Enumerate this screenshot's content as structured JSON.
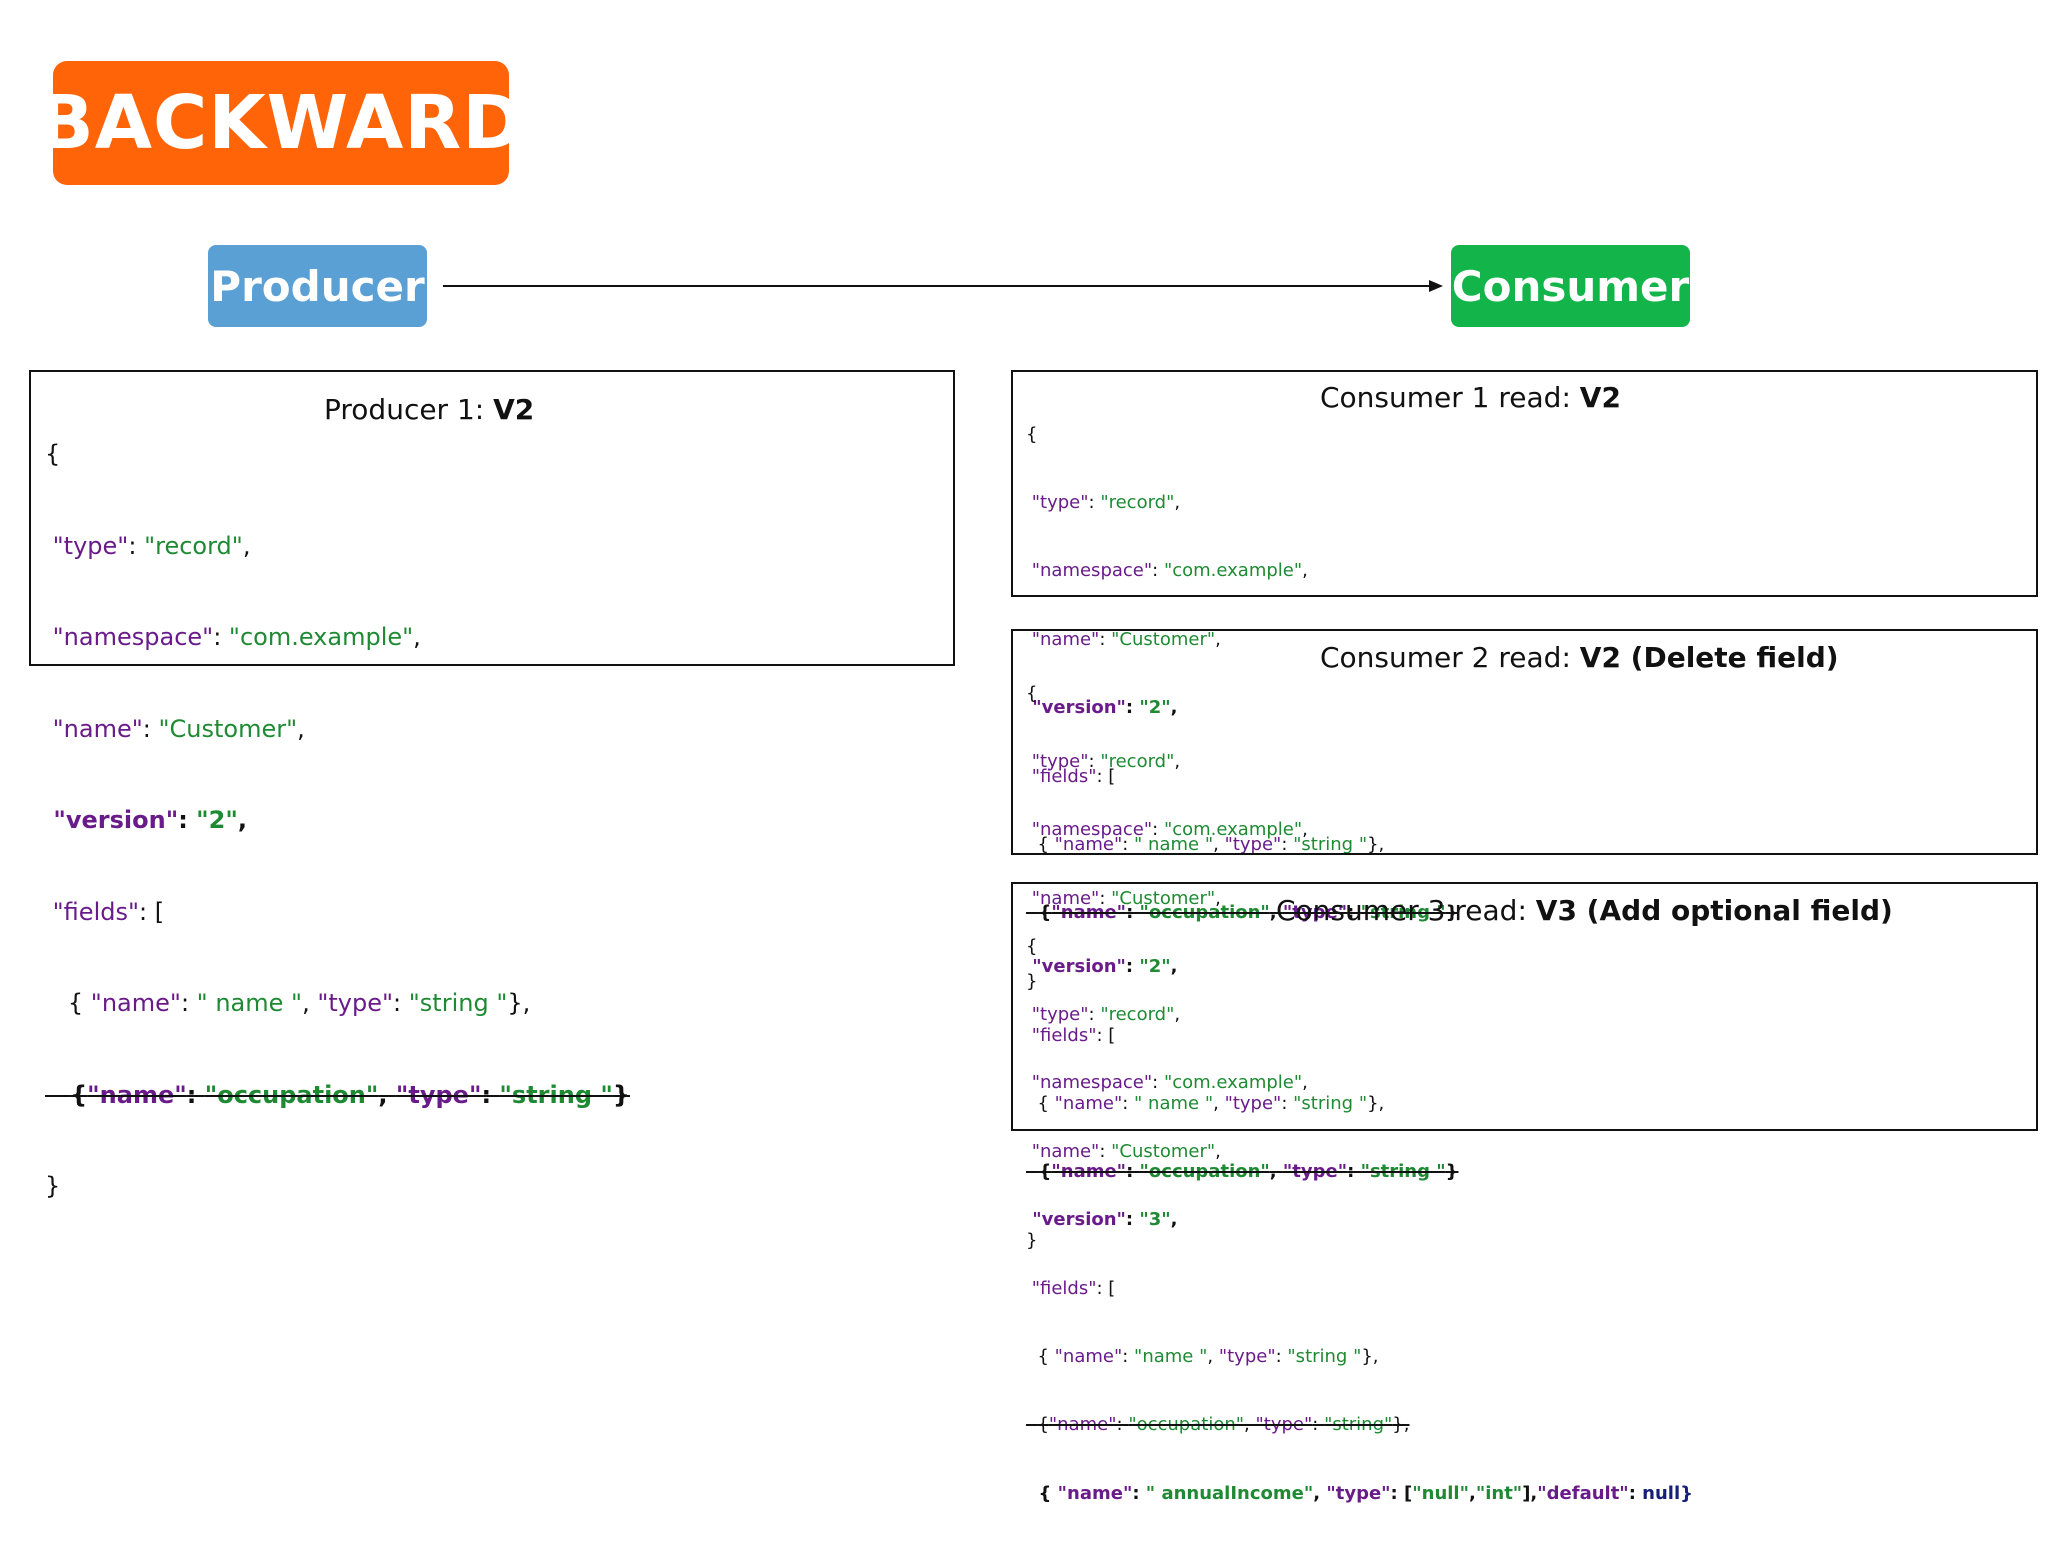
{
  "title": "BACKWARD",
  "producer_label": "Producer",
  "consumer_label": "Consumer",
  "producer": {
    "caption_text": "Producer 1: ",
    "caption_version": "V2",
    "open_brace": "{",
    "close_brace": "}",
    "type_key": "\"type\"",
    "type_value": "\"record\"",
    "namespace_key": "\"namespace\"",
    "namespace_value": "\"com.example\"",
    "name_key": "\"name\"",
    "name_value": "\"Customer\"",
    "version_key": "\"version\"",
    "version_value": "\"2\"",
    "fields_key": "\"fields\"",
    "fields_open": ": [",
    "field1_name_key": "\"name\"",
    "field1_name_value": "\" name \"",
    "field1_type_key": "\"type\"",
    "field1_type_value": "\"string \"",
    "field2_name_key": "\"name\"",
    "field2_name_value": "\"occupation\"",
    "field2_type_key": "\"type\"",
    "field2_type_value": "\"string \""
  },
  "consumer1": {
    "caption_text": "Consumer 1 read: ",
    "caption_version": "V2",
    "open_brace": "{",
    "close_brace": "}",
    "type_key": "\"type\"",
    "type_value": "\"record\"",
    "namespace_key": "\"namespace\"",
    "namespace_value": "\"com.example\"",
    "name_key": "\"name\"",
    "name_value": "\"Customer\"",
    "version_key": "\"version\"",
    "version_value": "\"2\"",
    "fields_key": "\"fields\"",
    "fields_open": ": [",
    "field1_name_key": "\"name\"",
    "field1_name_value": "\" name \"",
    "field1_type_key": "\"type\"",
    "field1_type_value": "\"string \"",
    "field2_name_key": "\"name\"",
    "field2_name_value": "\"occupation\"",
    "field2_type_key": "\"type\"",
    "field2_type_value": "\"string \""
  },
  "consumer2": {
    "caption_text": "Consumer 2 read: ",
    "caption_version": "V2 (Delete field)",
    "open_brace": "{",
    "close_brace": "}",
    "type_key": "\"type\"",
    "type_value": "\"record\"",
    "namespace_key": "\"namespace\"",
    "namespace_value": "\"com.example\"",
    "name_key": "\"name\"",
    "name_value": "\"Customer\"",
    "version_key": "\"version\"",
    "version_value": "\"2\"",
    "fields_key": "\"fields\"",
    "fields_open": ": [",
    "field1_name_key": "\"name\"",
    "field1_name_value": "\" name \"",
    "field1_type_key": "\"type\"",
    "field1_type_value": "\"string \"",
    "field2_name_key": "\"name\"",
    "field2_name_value": "\"occupation\"",
    "field2_type_key": "\"type\"",
    "field2_type_value": "\"string \""
  },
  "consumer3": {
    "caption_text": "Consumer 3 read: ",
    "caption_version": "V3 (Add optional field)",
    "open_brace": "{",
    "type_key": "\"type\"",
    "type_value": "\"record\"",
    "namespace_key": "\"namespace\"",
    "namespace_value": "\"com.example\"",
    "name_key": "\"name\"",
    "name_value": "\"Customer\"",
    "version_key": "\"version\"",
    "version_value": "\"3\"",
    "fields_key": "\"fields\"",
    "fields_open": ": [",
    "field1_name_key": "\"name\"",
    "field1_name_value": "\"name \"",
    "field1_type_key": "\"type\"",
    "field1_type_value": "\"string \"",
    "field2_name_key": "\"name\"",
    "field2_name_value": "\"occupation\"",
    "field2_type_key": "\"type\"",
    "field2_type_value": "\"string\"",
    "field3_name_key": "\"name\"",
    "field3_name_value": "\" annualIncome\"",
    "field3_type_key": "\"type\"",
    "field3_type_null": "\"null\"",
    "field3_type_int": "\"int\"",
    "field3_default_key": "\"default\"",
    "field3_default_value": "null"
  },
  "colors": {
    "title_bg": "#ff6508",
    "producer_bg": "#5aa0d4",
    "consumer_bg": "#13b54a",
    "json_key": "#6a1b8a",
    "json_string": "#1f8a34",
    "json_null": "#16207a"
  }
}
